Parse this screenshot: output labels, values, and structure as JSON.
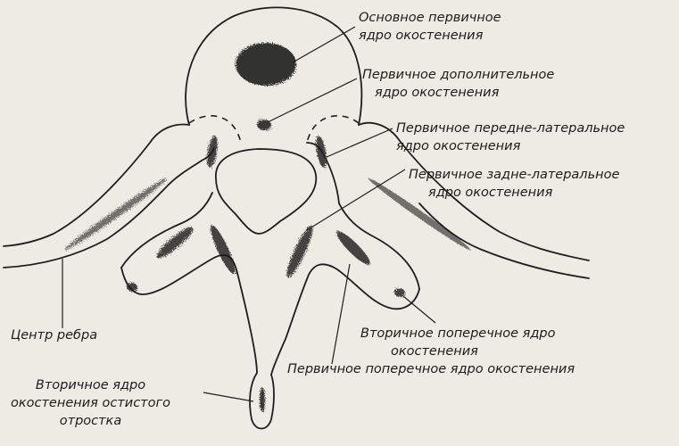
{
  "labels": {
    "main_primary": [
      "Основное первичное",
      "ядро окостенения"
    ],
    "accessory_primary": [
      "Первичное дополнительное",
      "ядро окостенения"
    ],
    "anterolateral": [
      "Первичное передне-латеральное",
      "ядро окостенения"
    ],
    "posterolateral": [
      "Первичное задне-латеральное",
      "ядро окостенения"
    ],
    "rib_center": [
      "Центр ребра"
    ],
    "secondary_transverse": [
      "Вторичное поперечное ядро",
      "окостенения"
    ],
    "primary_transverse": [
      "Первичное поперечное ядро окостенения"
    ],
    "spinous_secondary": [
      "Вторичное ядро",
      "окостенения остистого",
      "отростка"
    ]
  },
  "colors": {
    "background": "#eeebe4",
    "ink": "#1e1e1e"
  }
}
